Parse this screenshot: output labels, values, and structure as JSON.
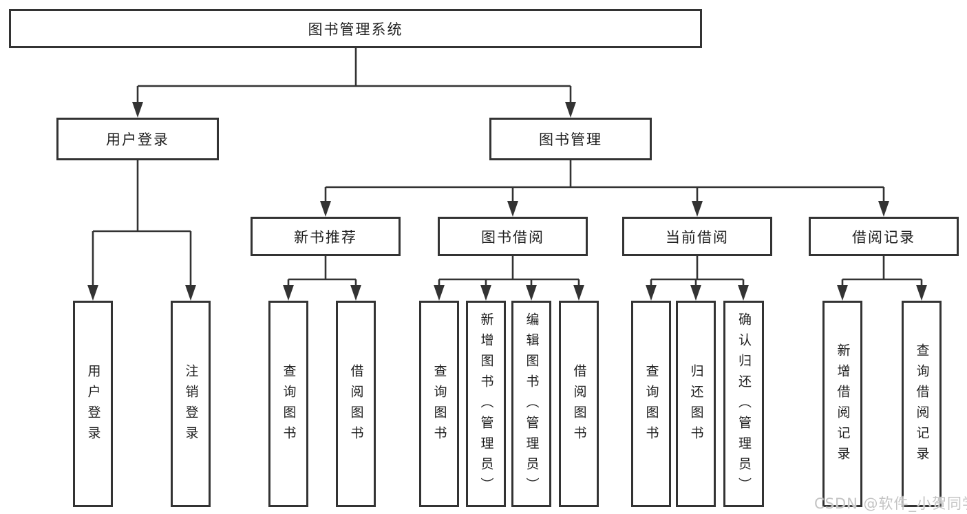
{
  "diagram": {
    "root": "图书管理系统",
    "level2": {
      "user_login": "用户登录",
      "book_mgmt": "图书管理"
    },
    "level3": {
      "new_books": "新书推荐",
      "borrow": "图书借阅",
      "current": "当前借阅",
      "records": "借阅记录"
    },
    "leaves": {
      "user_login": [
        "用户登录",
        "注销登录"
      ],
      "new_books": [
        "查询图书",
        "借阅图书"
      ],
      "borrow": [
        "查询图书",
        "新增图书（管理员）",
        "编辑图书（管理员）",
        "借阅图书"
      ],
      "current": [
        "查询图书",
        "归还图书",
        "确认归还（管理员）"
      ],
      "records": [
        "新增借阅记录",
        "查询借阅记录"
      ]
    }
  },
  "watermark": "CSDN @软件_小贺同学",
  "colors": {
    "line": "#333333",
    "background": "#ffffff",
    "watermark_text": "#c4c4c4"
  }
}
